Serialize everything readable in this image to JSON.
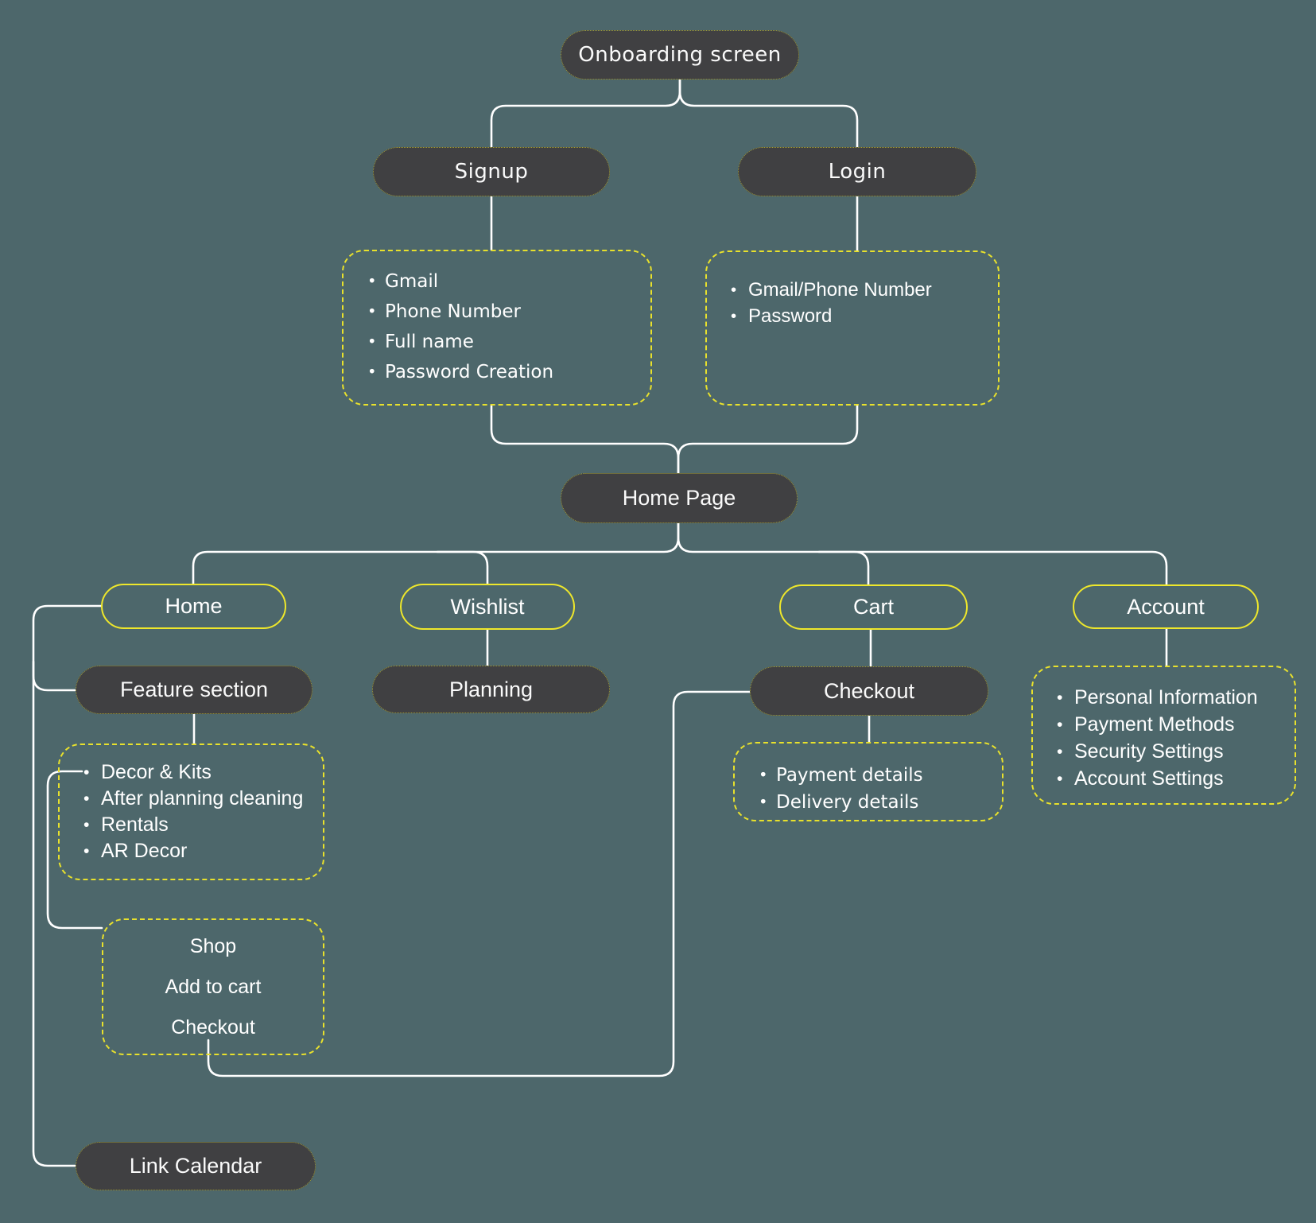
{
  "diagram": {
    "type": "app-flow-sitemap",
    "colors": {
      "background": "#4d676b",
      "node_fill": "#404042",
      "accent_yellow": "#ece32e",
      "connector": "#ffffff",
      "text": "#ffffff"
    }
  },
  "nodes": {
    "onboarding": {
      "label": "Onboarding screen"
    },
    "signup": {
      "label": "Signup"
    },
    "login": {
      "label": "Login"
    },
    "signup_fields": {
      "items": [
        "Gmail",
        "Phone Number",
        "Full name",
        "Password Creation"
      ]
    },
    "login_fields": {
      "items": [
        "Gmail/Phone Number",
        "Password"
      ]
    },
    "home_page": {
      "label": "Home Page"
    },
    "home": {
      "label": "Home"
    },
    "wishlist": {
      "label": "Wishlist"
    },
    "cart": {
      "label": "Cart"
    },
    "account": {
      "label": "Account"
    },
    "feature_section": {
      "label": "Feature section"
    },
    "planning": {
      "label": "Planning"
    },
    "checkout": {
      "label": "Checkout"
    },
    "home_features": {
      "items": [
        "Decor & Kits",
        "After planning cleaning",
        "Rentals",
        "AR Decor"
      ]
    },
    "shop_flow": {
      "items": [
        "Shop",
        "Add to cart",
        "Checkout"
      ]
    },
    "checkout_details": {
      "items": [
        "Payment details",
        "Delivery details"
      ]
    },
    "account_details": {
      "items": [
        "Personal Information",
        "Payment Methods",
        "Security Settings",
        "Account Settings"
      ]
    },
    "link_calendar": {
      "label": "Link Calendar"
    }
  }
}
